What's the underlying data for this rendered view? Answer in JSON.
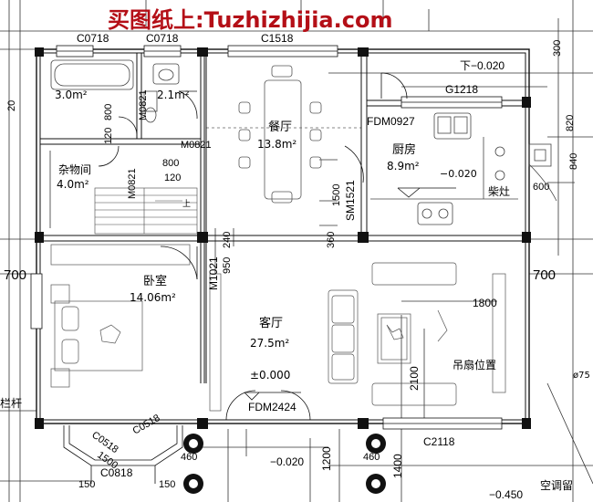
{
  "watermark": {
    "text": "买图纸上:Tuzhizhijia.com",
    "color": "#b40f17"
  },
  "rooms": {
    "dining": {
      "name": "餐厅",
      "area": "13.8m²"
    },
    "kitchen": {
      "name": "厨房",
      "area": "8.9m²",
      "level": "−0.020",
      "stove": "柴灶"
    },
    "storage": {
      "name": "杂物间",
      "area": "4.0m²"
    },
    "bedroom": {
      "name": "卧室",
      "area": "14.06m²"
    },
    "living": {
      "name": "客厅",
      "area": "27.5m²",
      "level": "±0.000"
    },
    "bath_a": {
      "area": "3.0m²"
    },
    "bath_b": {
      "area": "2.1m²"
    },
    "fan": "吊扇位置",
    "stair_up": "上",
    "railing": "栏杆",
    "ac": "空调留",
    "pipe": "ø75"
  },
  "doors": {
    "d1": "M0821",
    "d2": "M0821",
    "d3": "M0821",
    "d4": "FDM0927",
    "d5": "SM1521",
    "d6": "M1021",
    "d7": "FDM2424"
  },
  "windows": {
    "w1": "C0718",
    "w2": "C0718",
    "w3": "C1518",
    "w4": "G1218",
    "w5": "C0818",
    "w6": "C0518",
    "w7": "C0518",
    "w8": "C2118"
  },
  "levels": {
    "l1": "下−0.020",
    "l2": "−0.020",
    "l3": "−0.450"
  },
  "dims": {
    "d800a": "800",
    "d800b": "800",
    "d120a": "120",
    "d120b": "120",
    "d1500": "1500",
    "d360": "360",
    "d950": "950",
    "d240": "240",
    "d700a": "700",
    "d700b": "700",
    "d1800": "1800",
    "d2100": "2100",
    "d1200": "1200",
    "d1400": "1400",
    "d460a": "460",
    "d460b": "460",
    "d300": "300",
    "d820": "820",
    "d840": "840",
    "d600": "600",
    "d150a": "150",
    "d150b": "150",
    "d1500b": "1500",
    "d20": "20"
  }
}
